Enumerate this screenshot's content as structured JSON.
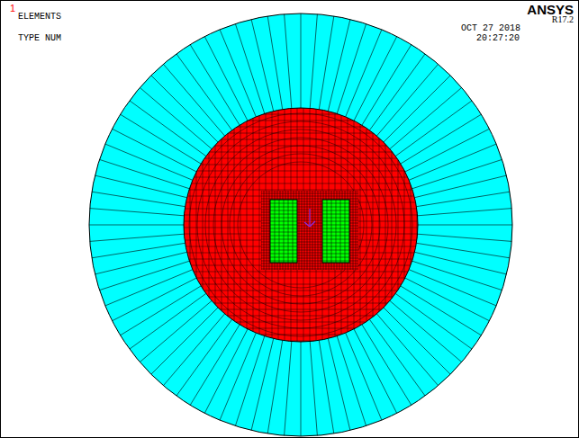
{
  "diagram": {
    "labels": [
      "1",
      "ELEMENTS",
      "TYPE NUM",
      "ANSYS",
      "R17.2",
      "OCT 27 2018",
      "20:27:20"
    ]
  }
}
